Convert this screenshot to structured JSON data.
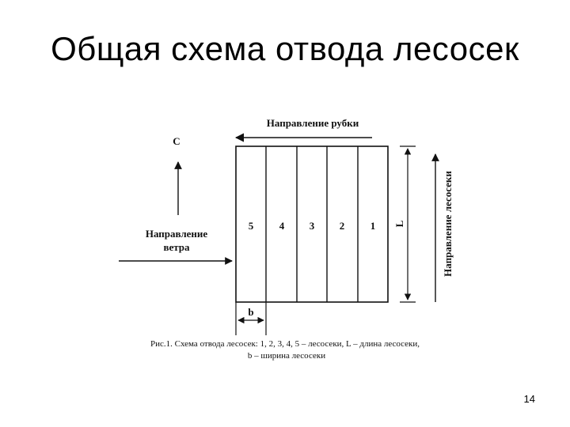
{
  "slide": {
    "title": "Общая схема отвода лесосек",
    "page_number": "14"
  },
  "diagram": {
    "cut_direction_label": "Направление рубки",
    "north_label": "С",
    "wind_label_line1": "Направление",
    "wind_label_line2": "ветра",
    "side_direction_label": "Направление лесосеки",
    "length_label": "L",
    "width_label": "b",
    "strip_labels": [
      "5",
      "4",
      "3",
      "2",
      "1"
    ],
    "caption_line1": "Рис.1. Схема отвода лесосек: 1, 2, 3, 4, 5 – лесосеки, L – длина лесосеки,",
    "caption_line2": "b – ширина лесосеки"
  }
}
